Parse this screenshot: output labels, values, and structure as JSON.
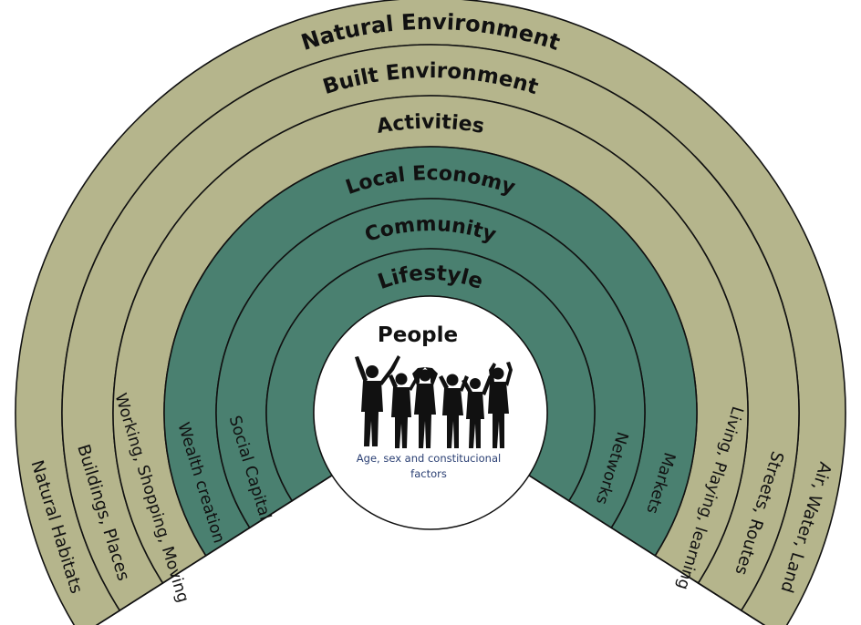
{
  "rings": [
    {
      "title": "Natural Environment",
      "left_label": "Natural Habitats",
      "right_label": "Air, Water, Land",
      "color": "#b5b58c"
    },
    {
      "title": "Built Environment",
      "left_label": "Buildings, Places",
      "right_label": "Streets, Routes",
      "color": "#b5b58c"
    },
    {
      "title": "Activities",
      "left_label": "Working, Shopping, Moving",
      "right_label": "Living, Playing, learning",
      "color": "#b5b58c"
    },
    {
      "title": "Local Economy",
      "left_label": "Wealth creation",
      "right_label": "Markets",
      "color": "#4a8070"
    },
    {
      "title": "Community",
      "left_label": "Social Capital",
      "right_label": "Networks",
      "color": "#4a8070"
    },
    {
      "title": "Lifestyle",
      "left_label": "",
      "right_label": "",
      "color": "#4a8070"
    }
  ],
  "center": {
    "title": "People",
    "caption_line1": "Age, sex and constitucional",
    "caption_line2": "factors",
    "icon": "people-silhouettes-icon",
    "color": "#ffffff"
  },
  "stroke_color": "#111111"
}
